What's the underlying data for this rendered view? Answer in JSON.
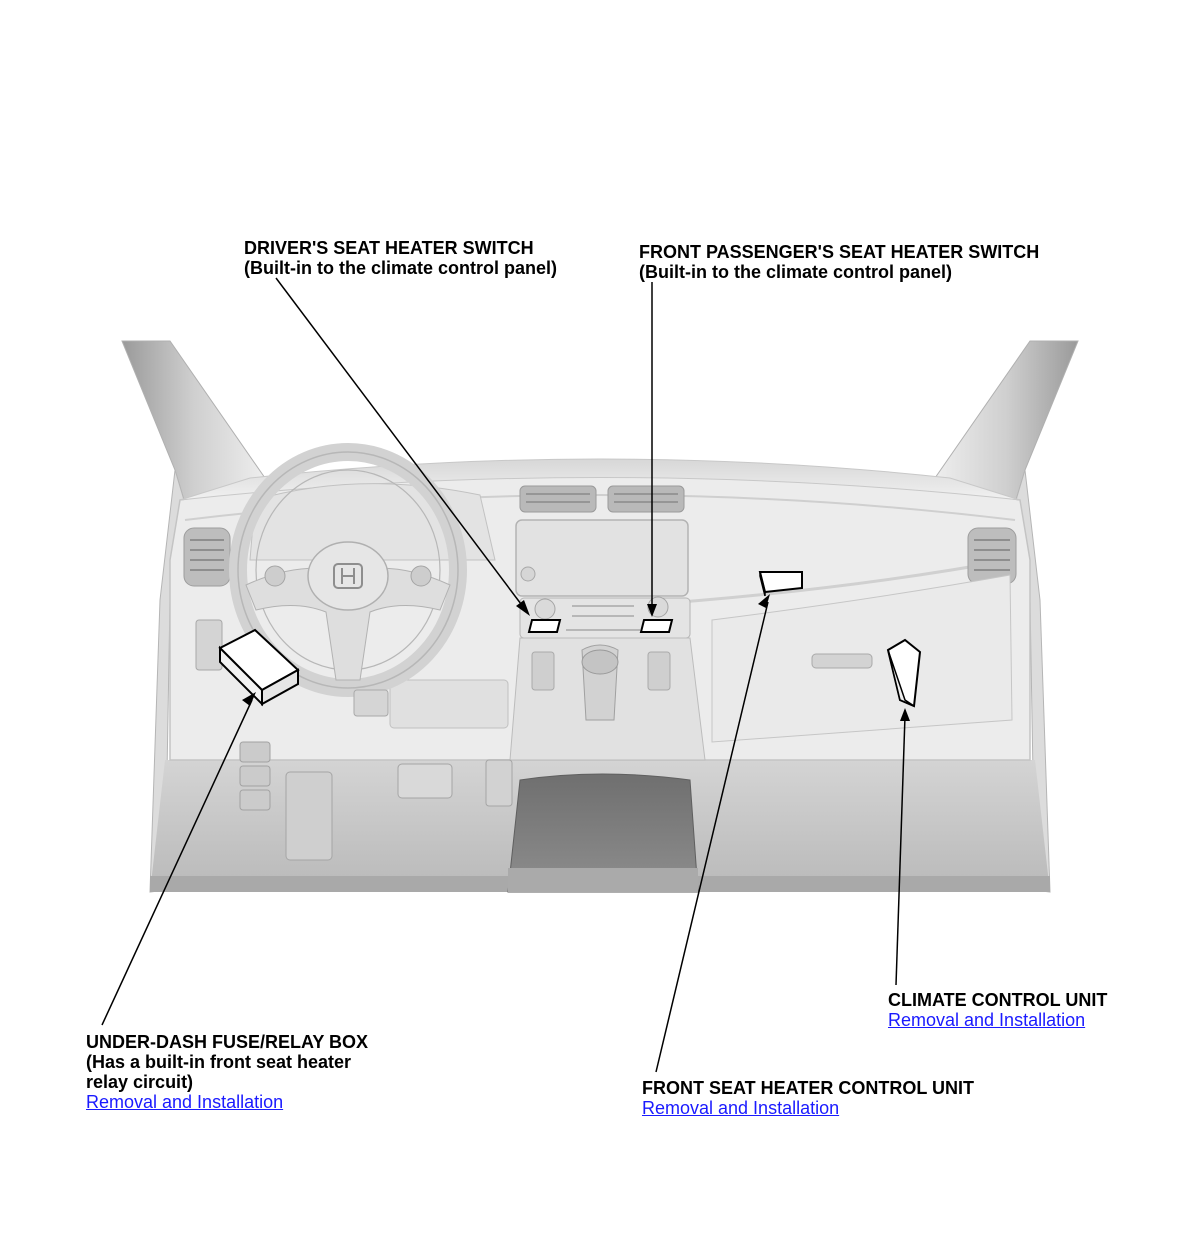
{
  "callouts": {
    "driver_switch": {
      "title": "DRIVER'S SEAT HEATER SWITCH",
      "note": "(Built-in to the climate control panel)"
    },
    "passenger_switch": {
      "title": "FRONT PASSENGER'S SEAT HEATER SWITCH",
      "note": "(Built-in to the climate control panel)"
    },
    "under_dash_fuse_box": {
      "title": "UNDER-DASH FUSE/RELAY BOX",
      "note_line1": "(Has a built-in front seat heater",
      "note_line2": "relay circuit)",
      "link": "Removal and Installation"
    },
    "front_seat_heater_control_unit": {
      "title": "FRONT SEAT HEATER CONTROL UNIT",
      "link": "Removal and Installation"
    },
    "climate_control_unit": {
      "title": "CLIMATE CONTROL UNIT",
      "link": "Removal and Installation"
    }
  },
  "colors": {
    "link": "#1a1aff",
    "highlight_component": "#ffffff",
    "interior_fill": "#e6e6e6",
    "interior_shadow": "#bdbdbd"
  }
}
